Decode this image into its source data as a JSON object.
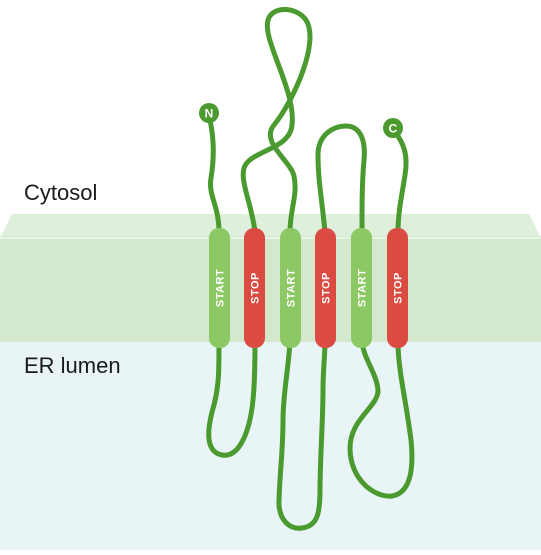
{
  "regions": {
    "cytosol": "Cytosol",
    "lumen": "ER lumen"
  },
  "termini": {
    "n": "N",
    "c": "C"
  },
  "segments": [
    "START",
    "STOP",
    "START",
    "STOP",
    "START",
    "STOP"
  ],
  "colors": {
    "membrane_top": "#d9ecd6",
    "membrane_body": "#d3e8cd",
    "lumen": "#e9f4f6",
    "chain": "#4a9a2f",
    "start": "#8cc863",
    "stop": "#dc4b41"
  }
}
